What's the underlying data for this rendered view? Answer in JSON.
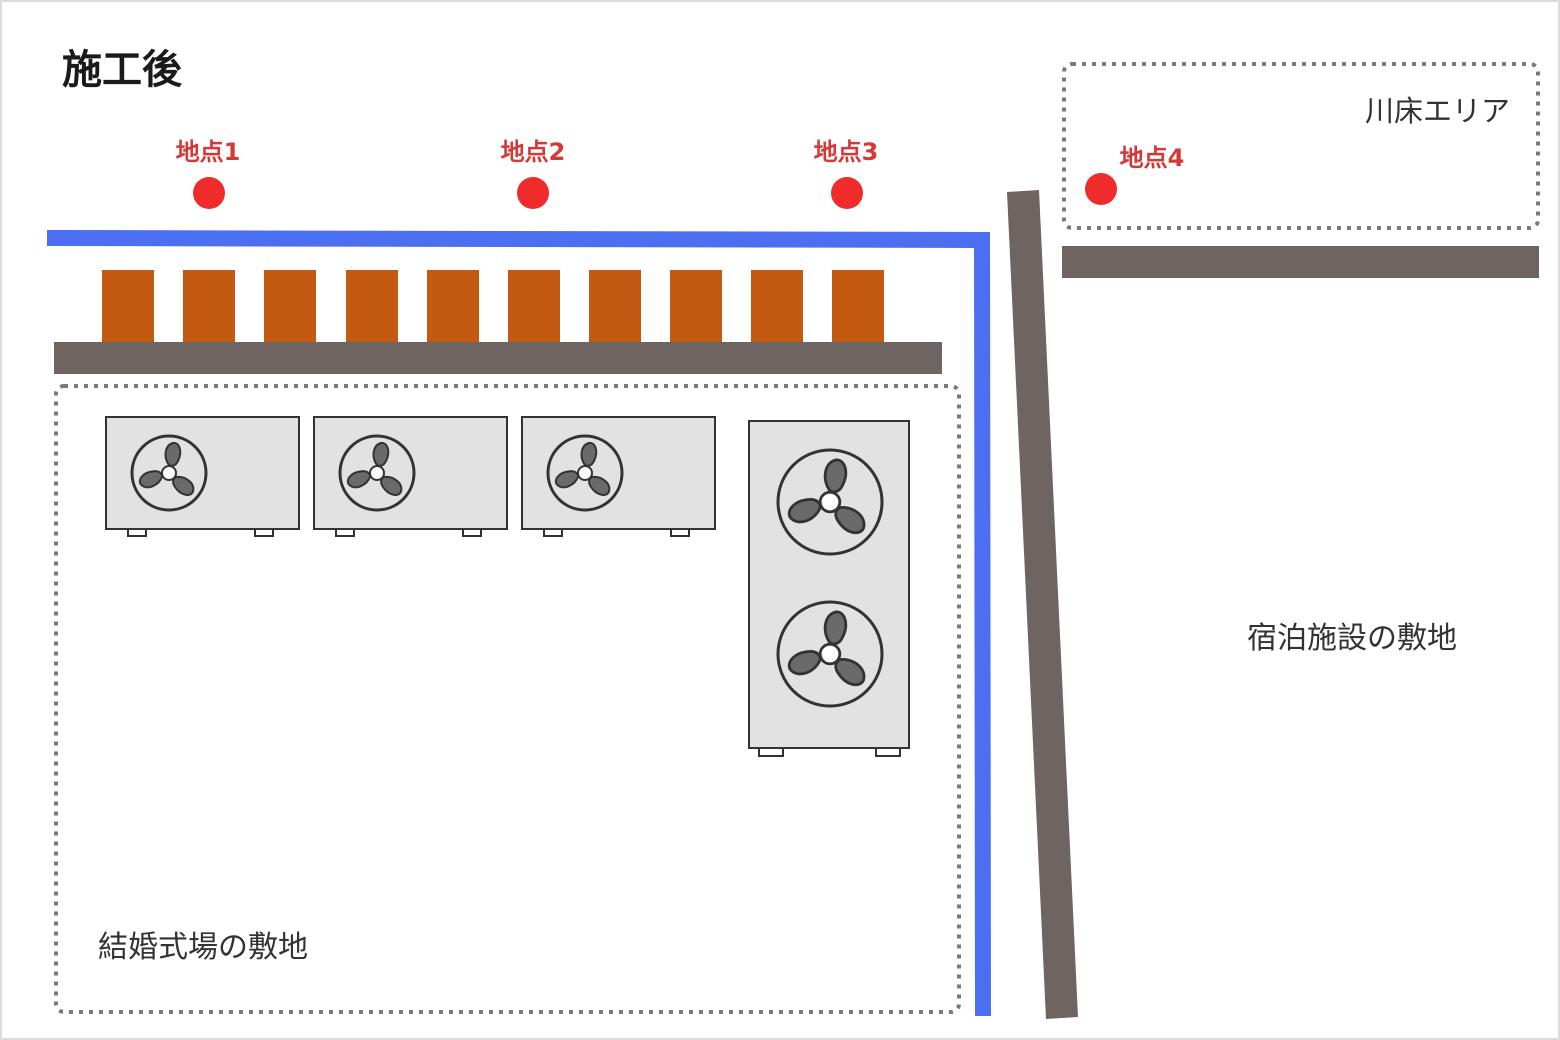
{
  "title": "施工後",
  "points": [
    {
      "label": "地点1"
    },
    {
      "label": "地点2"
    },
    {
      "label": "地点3"
    },
    {
      "label": "地点4"
    }
  ],
  "areas": {
    "riverbed": "川床エリア",
    "lodging": "宿泊施設の敷地",
    "wedding": "結婚式場の敷地"
  },
  "colors": {
    "point_marker": "#ef2b2b",
    "point_label": "#d63838",
    "blue_wall": "#4b6ff0",
    "wall_gray": "#6e6462",
    "block_orange": "#c45a12",
    "unit_fill": "#e2e2e2",
    "dotted_border": "#7a7a7a"
  },
  "icons": {
    "outdoor_unit": "fan-unit-icon",
    "point_marker": "red-dot-marker"
  },
  "counts": {
    "orange_blocks": 10,
    "small_outdoor_units": 3,
    "large_outdoor_units": 1
  }
}
